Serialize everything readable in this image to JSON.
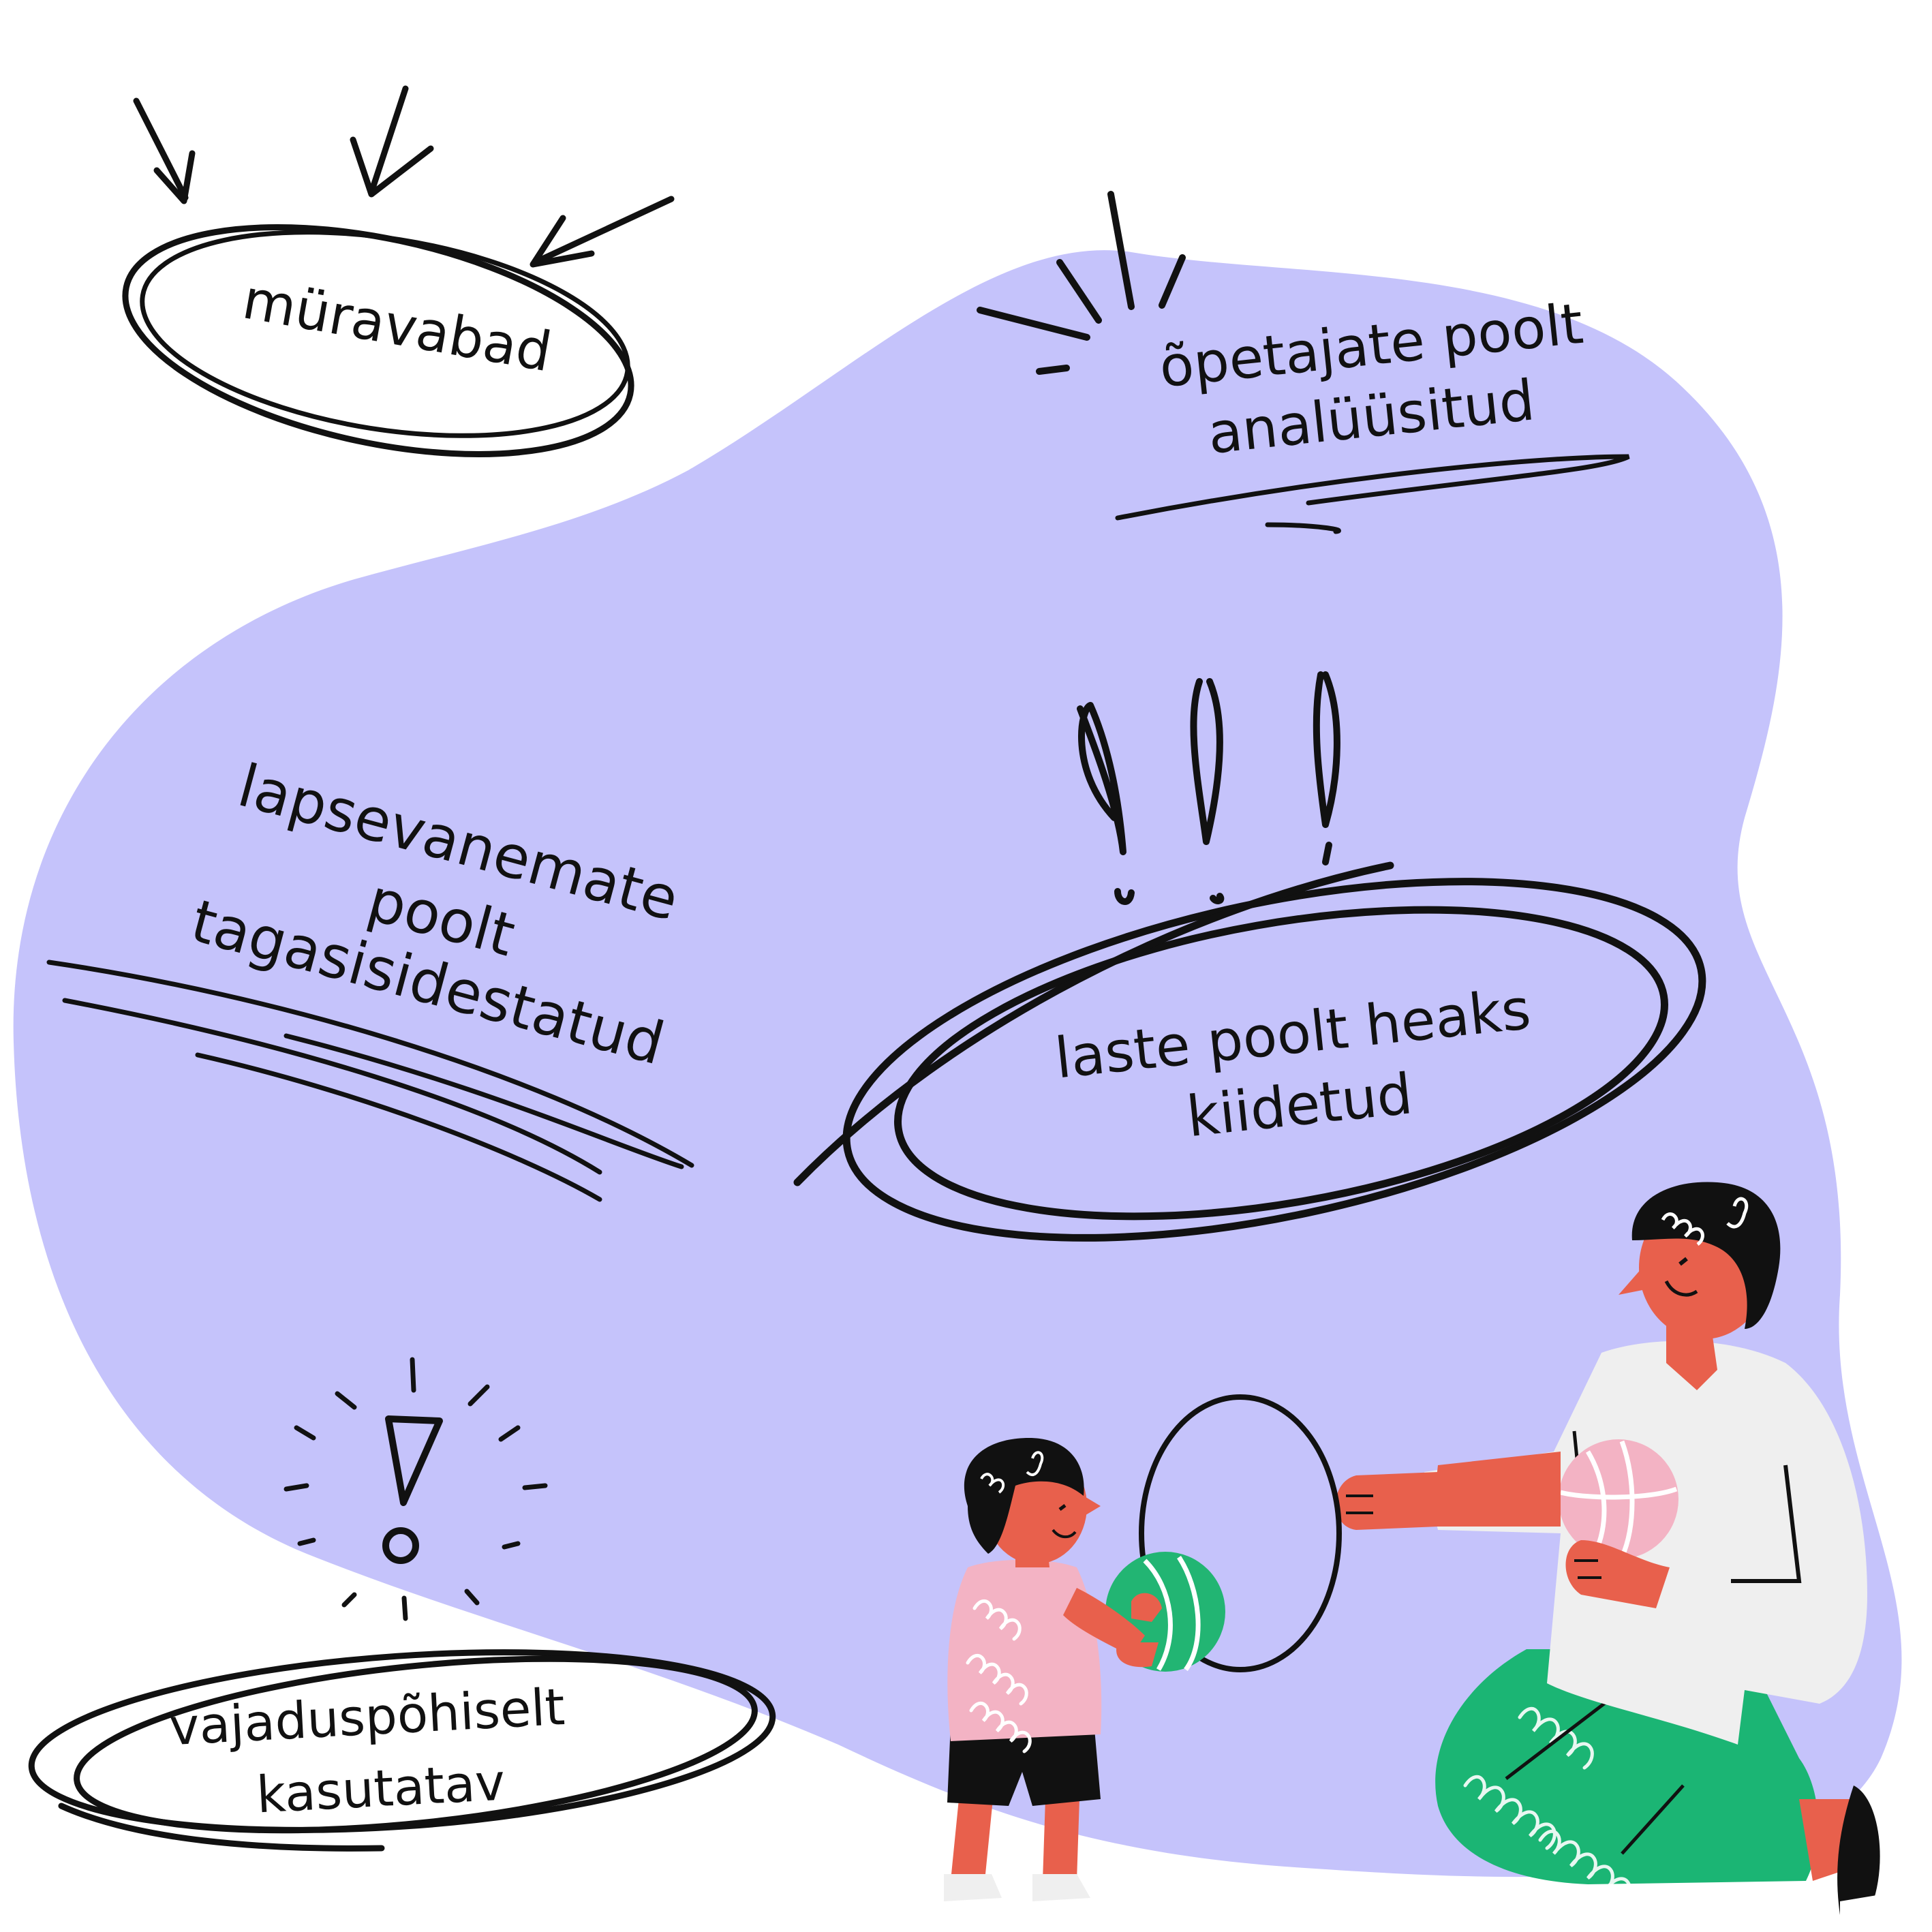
{
  "labels": {
    "noise_free": "müravabad",
    "teachers_line1": "õpetajate poolt",
    "teachers_line2": "analüüsitud",
    "parents_line1": "lapsevanemate",
    "parents_line2": "poolt",
    "parents_line3": "tagasisidestatud",
    "children_line1": "laste poolt heaks",
    "children_line2": "kiidetud",
    "needs_line1": "vajaduspõhiselt",
    "needs_line2": "kasutatav"
  },
  "colors": {
    "background": "#ffffff",
    "blob": "#c5c3fb",
    "ink": "#111111",
    "skin": "#e8604c",
    "hair": "#111111",
    "shirt_adult": "#efefef",
    "pants_green": "#1bb574",
    "shirt_child": "#f3b3c4",
    "ball_green": "#22b573",
    "ball_pink": "#f3b3c4"
  },
  "illustration": {
    "subject": "adult and child playing with a hoop and balls",
    "icons": [
      "arrow-icon",
      "exclamation-icon",
      "burst-lines-icon"
    ]
  }
}
